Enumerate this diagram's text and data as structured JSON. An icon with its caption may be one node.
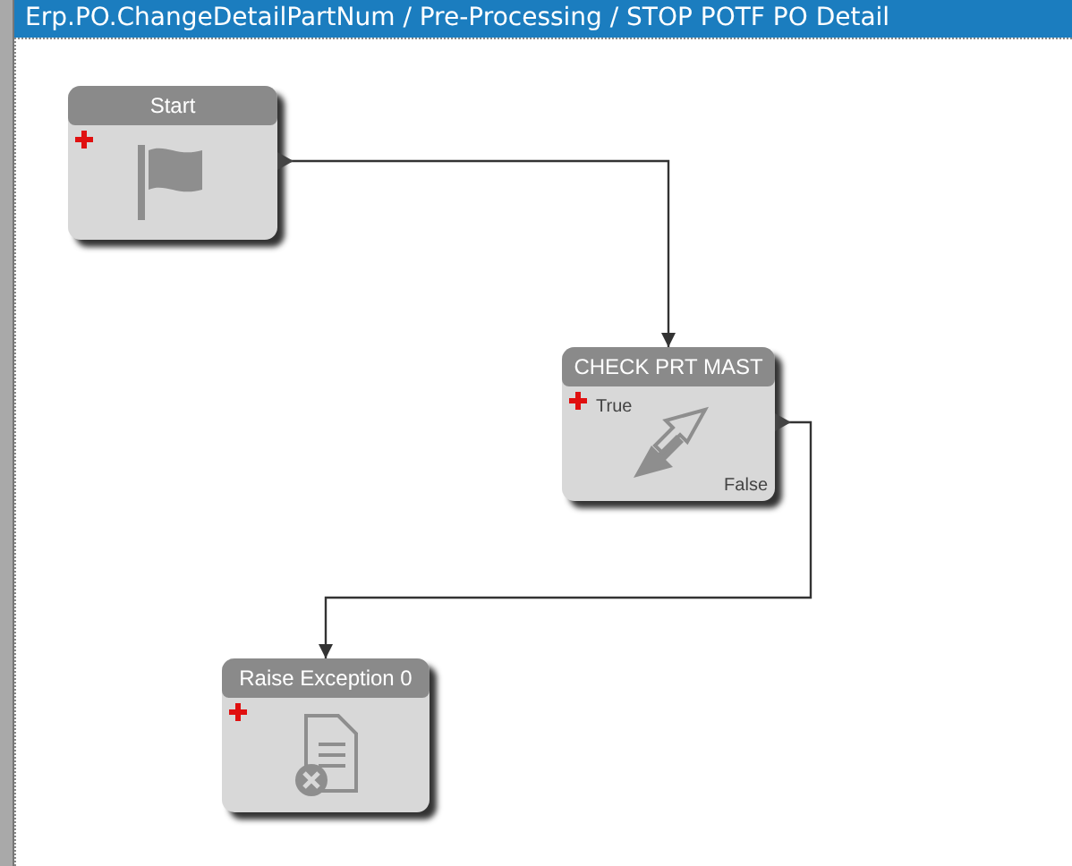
{
  "diagram": {
    "title": "Erp.PO.ChangeDetailPartNum / Pre-Processing / STOP POTF PO Detail",
    "nodes": [
      {
        "text": [
          "Start"
        ]
      },
      {
        "text": [
          "CHECK PRT MAST",
          "True",
          "False"
        ]
      },
      {
        "text": [
          "Raise Exception 0"
        ]
      }
    ],
    "edges": [
      {
        "from": 0,
        "to": 1,
        "arrow": "to"
      },
      {
        "from": 1,
        "to": 2,
        "arrow": "to"
      }
    ]
  }
}
